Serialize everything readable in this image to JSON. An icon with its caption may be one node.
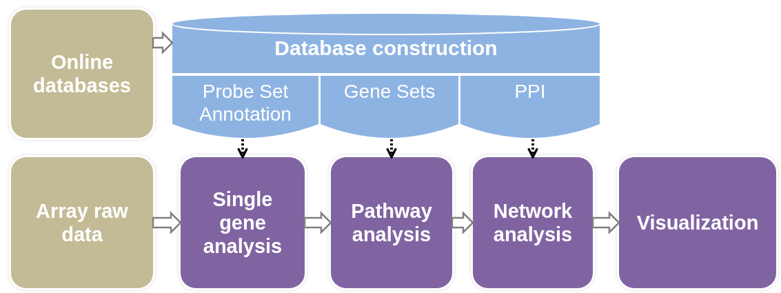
{
  "diagram": {
    "nodes": [
      {
        "text": [
          "Online databases"
        ]
      },
      {
        "text": [
          "Database construction"
        ]
      },
      {
        "text": [
          "Probe Set Annotation"
        ]
      },
      {
        "text": [
          "Gene Sets"
        ]
      },
      {
        "text": [
          "PPI"
        ]
      },
      {
        "text": [
          "Array raw data"
        ]
      },
      {
        "text": [
          "Single gene analysis"
        ]
      },
      {
        "text": [
          "Pathway analysis"
        ]
      },
      {
        "text": [
          "Network analysis"
        ]
      },
      {
        "text": [
          "Visualization"
        ]
      }
    ],
    "edges": [
      {
        "from": 0,
        "to": 1,
        "arrow": "to"
      },
      {
        "from": 2,
        "to": 6,
        "arrow": "to",
        "style": "dashed"
      },
      {
        "from": 3,
        "to": 7,
        "arrow": "to",
        "style": "dashed"
      },
      {
        "from": 4,
        "to": 8,
        "arrow": "to",
        "style": "dashed"
      },
      {
        "from": 5,
        "to": 6,
        "arrow": "to"
      },
      {
        "from": 6,
        "to": 7,
        "arrow": "to"
      },
      {
        "from": 7,
        "to": 8,
        "arrow": "to"
      },
      {
        "from": 8,
        "to": 9,
        "arrow": "to"
      }
    ]
  }
}
